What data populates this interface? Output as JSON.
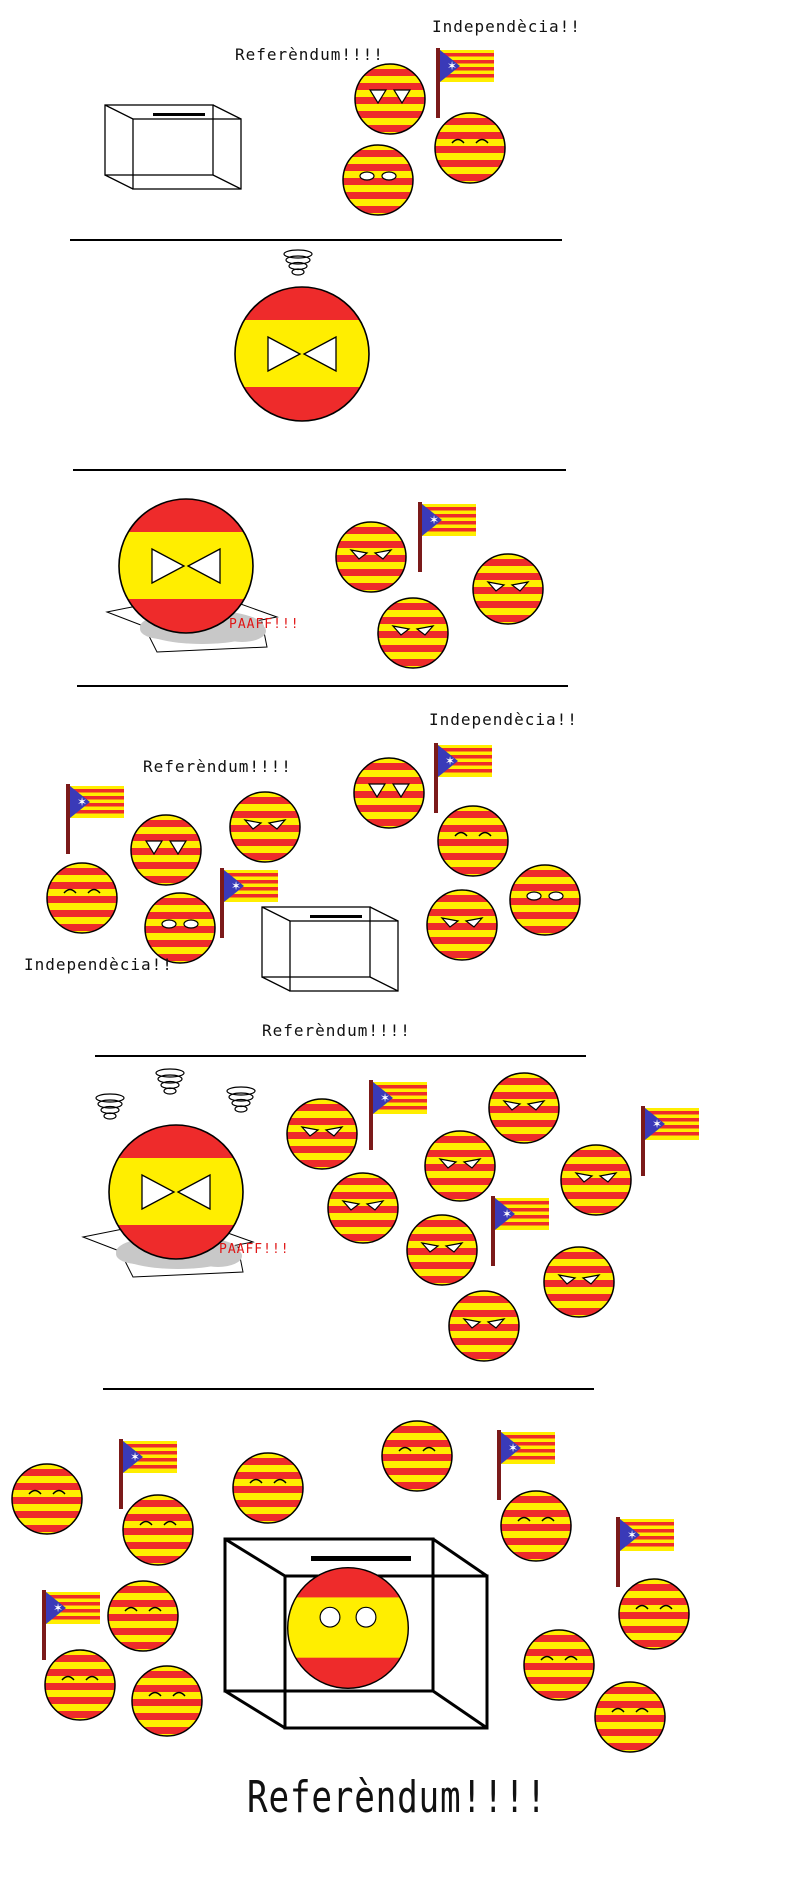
{
  "colors": {
    "catalan_red": "#ee2b2b",
    "catalan_yellow": "#ffee00",
    "spain_red": "#ee2b2b",
    "spain_yellow": "#ffee00",
    "estelada_blue": "#3a3ab8",
    "pole": "#7b1a1a",
    "sfx_red": "#e01515",
    "cloud_gray": "#c8c8c8"
  },
  "icons": [
    "ballot-box-icon",
    "estelada-flag-icon",
    "countryball-icon",
    "dizzy-scribble-icon",
    "dust-cloud-icon"
  ],
  "panels": [
    {
      "captions": {
        "referendum": "Referèndum!!!!",
        "independencia": "Independècia!!"
      }
    },
    {
      "captions": {}
    },
    {
      "captions": {
        "sfx": "PAAFF!!!"
      }
    },
    {
      "captions": {
        "referendum": "Referèndum!!!!",
        "independencia_top": "Independècia!!",
        "independencia_left": "Independècia!!"
      }
    },
    {
      "captions": {
        "referendum": "Referèndum!!!!",
        "sfx": "PAAFF!!!"
      }
    },
    {
      "captions": {
        "big_referendum": "Referèndum!!!!"
      }
    }
  ]
}
